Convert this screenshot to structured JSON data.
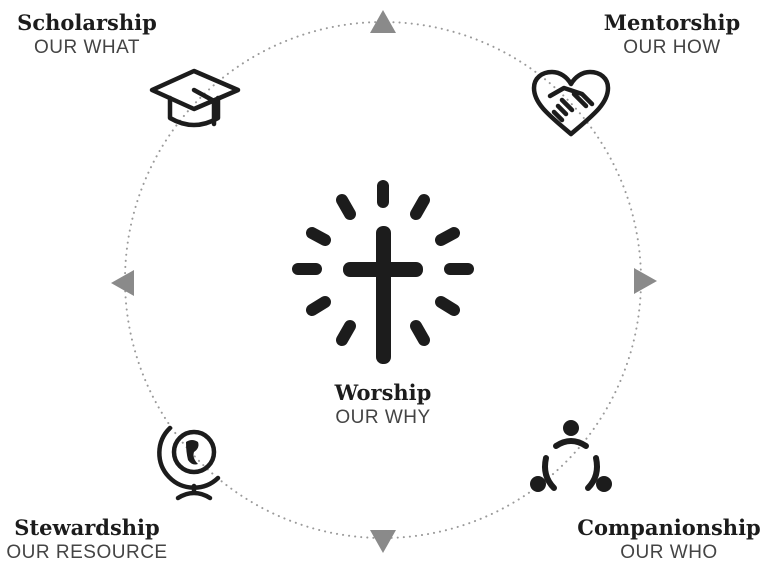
{
  "center": {
    "title": "Worship",
    "subtitle": "OUR WHY"
  },
  "nodes": {
    "scholarship": {
      "title": "Scholarship",
      "subtitle": "OUR WHAT"
    },
    "mentorship": {
      "title": "Mentorship",
      "subtitle": "OUR HOW"
    },
    "stewardship": {
      "title": "Stewardship",
      "subtitle": "OUR RESOURCE"
    },
    "companionship": {
      "title": "Companionship",
      "subtitle": "OUR WHO"
    }
  },
  "icons": {
    "center": "cross-icon",
    "scholarship": "graduation-cap-icon",
    "mentorship": "heart-handshake-icon",
    "stewardship": "globe-icon",
    "companionship": "people-circle-icon"
  },
  "colors": {
    "ink": "#1c1c1c",
    "arrow": "#8a8a8a",
    "ring": "#9a9a9a"
  }
}
